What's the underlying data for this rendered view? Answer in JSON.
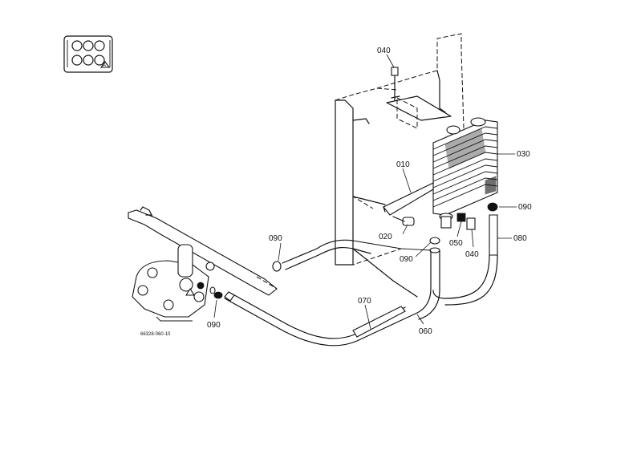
{
  "drawing_ref": "66328-060-10",
  "callouts": [
    {
      "id": "c040a",
      "text": "040"
    },
    {
      "id": "c030",
      "text": "030"
    },
    {
      "id": "c010",
      "text": "010"
    },
    {
      "id": "c090a",
      "text": "090"
    },
    {
      "id": "c090b",
      "text": "090"
    },
    {
      "id": "c020",
      "text": "020"
    },
    {
      "id": "c050",
      "text": "050"
    },
    {
      "id": "c040b",
      "text": "040"
    },
    {
      "id": "c080",
      "text": "080"
    },
    {
      "id": "c090c",
      "text": "090"
    },
    {
      "id": "c070",
      "text": "070"
    },
    {
      "id": "c060",
      "text": "060"
    },
    {
      "id": "c090d",
      "text": "090"
    }
  ]
}
